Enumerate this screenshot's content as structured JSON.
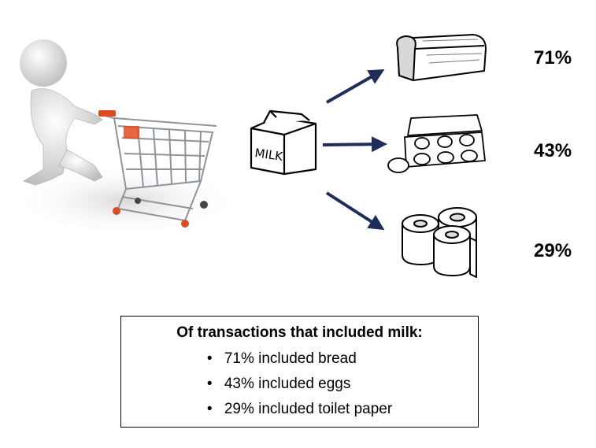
{
  "flows": [
    {
      "item": "bread",
      "percent": "71%"
    },
    {
      "item": "eggs",
      "percent": "43%"
    },
    {
      "item": "toilet paper",
      "percent": "29%"
    }
  ],
  "milk_carton_label": "MILK",
  "summary": {
    "title": "Of transactions that included milk:",
    "bullets": [
      "71% included bread",
      "43% included eggs",
      "29% included toilet paper"
    ]
  },
  "colors": {
    "arrow": "#1f2d5a",
    "cart_accent": "#e04b1f",
    "cart_metal": "#9aa0a6"
  },
  "icons": [
    "shopper-with-cart-illustration",
    "milk-carton-icon",
    "bread-icon",
    "egg-carton-icon",
    "toilet-paper-icon"
  ]
}
